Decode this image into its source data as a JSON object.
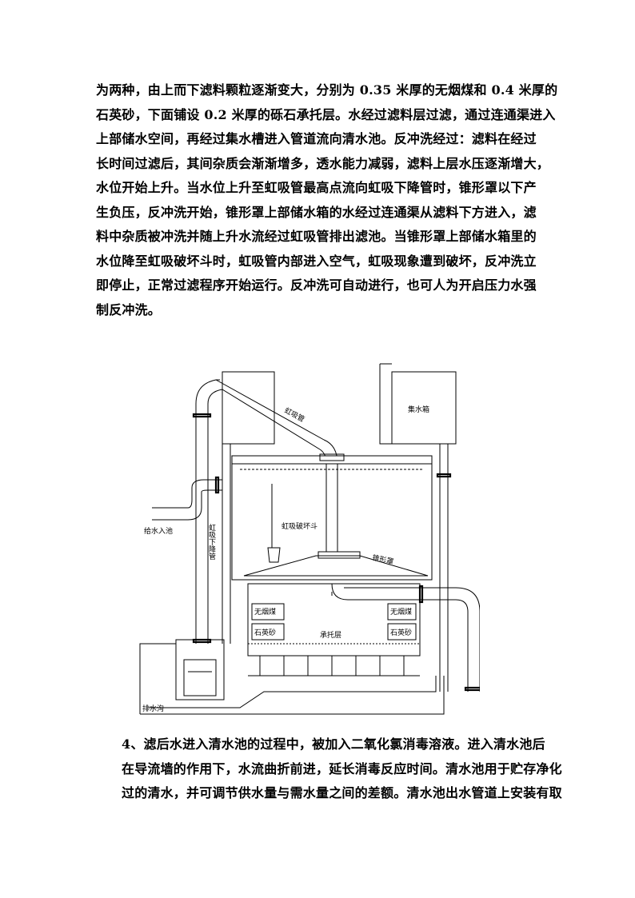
{
  "paragraph1_lines": [
    "为两种，由上而下滤料颗粒逐渐变大，分别为 0.35 米厚的无烟煤和 0.4 米厚的",
    "石英砂，下面铺设 0.2 米厚的砾石承托层。水经过滤料层过滤，通过连通渠进入",
    "上部储水空间，再经过集水槽进入管道流向清水池。反冲洗经过：滤料在经过",
    "长时间过滤后，其间杂质会渐渐增多，透水能力减弱，滤料上层水压逐渐增大，",
    "水位开始上升。当水位上升至虹吸管最高点流向虹吸下降管时，锥形罩以下产",
    "生负压，反冲洗开始，锥形罩上部储水箱的水经过连通渠从滤料下方进入，滤",
    "料中杂质被冲洗并随上升水流经过虹吸管排出滤池。当锥形罩上部储水箱里的",
    "水位降至虹吸破坏斗时，虹吸管内部进入空气，虹吸现象遭到破坏，反冲洗立",
    "即停止，正常过滤程序开始运行。反冲洗可自动进行，也可人为开启压力水强",
    "制反冲洗。"
  ],
  "paragraph2_lines": [
    "4、滤后水进入清水池的过程中，被加入二氧化氯消毒溶液。进入清水池后",
    "在导流墙的作用下，水流曲折前进，延长消毒反应时间。清水池用于贮存净化",
    "过的清水，并可调节供水量与需水量之间的差额。清水池出水管道上安装有取"
  ],
  "figure": {
    "labels": {
      "siphon_pipe": "虹吸管",
      "water_tank": "集水箱",
      "siphon_break": "虹吸破坏斗",
      "cone_hood": "锥形罩",
      "siphon_down_pipe": "虹吸下降管",
      "inlet": "给水入池",
      "anthracite_left": "无烟煤",
      "anthracite_right": "无烟煤",
      "quartz_left": "石英砂",
      "quartz_right": "石英砂",
      "gravel": "承托层",
      "drain": "排水沟"
    }
  }
}
